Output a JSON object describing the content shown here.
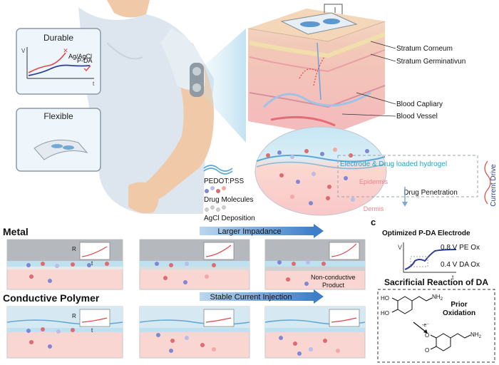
{
  "top_left": {
    "durable_title": "Durable",
    "ag_label": "Ag/AgCl",
    "pda_label": "P-DA",
    "axis_v": "V",
    "axis_t": "t",
    "flexible_title": "Flexible"
  },
  "skin": {
    "layer_1": "Stratum Corneum",
    "layer_2": "Stratum Germinativun",
    "capillary": "Blood Capliary",
    "vessel": "Blood Vessel"
  },
  "legend": {
    "pedot": "PEDOT:PSS",
    "drug": "Drug Molecules",
    "agcl": "AgCl Deposition"
  },
  "zoom": {
    "electrode_hydrogel": "Electrode & Drug loaded hydrogel",
    "epidermis": "Epidermis",
    "dermis": "Dermis",
    "drug_penetration": "Drug Penetration",
    "current_drive": "Current Drive"
  },
  "bottom": {
    "metal_label": "Metal",
    "larger_impedance": "Larger Impadance",
    "axis_r": "R",
    "axis_t": "t",
    "nonconductive": "Non-conductive\nProduct",
    "cp_label": "Conductive Polymer",
    "stable_current": "Stable Current Injection"
  },
  "panel_c": {
    "letter": "c",
    "title": "Optimized P-DA Electrode",
    "axis_v": "V",
    "axis_t": "t",
    "pe_ox": "0.8 V PE Ox",
    "da_ox": "0.4 V DA Ox",
    "sacrificial_title": "Sacrificial Reaction of DA",
    "prior_oxidation": "Prior\nOxidation",
    "ho_label": "HO",
    "nh2_label": "NH",
    "sub_2": "2",
    "o_label": "O",
    "electron_label": "-e⁻"
  }
}
